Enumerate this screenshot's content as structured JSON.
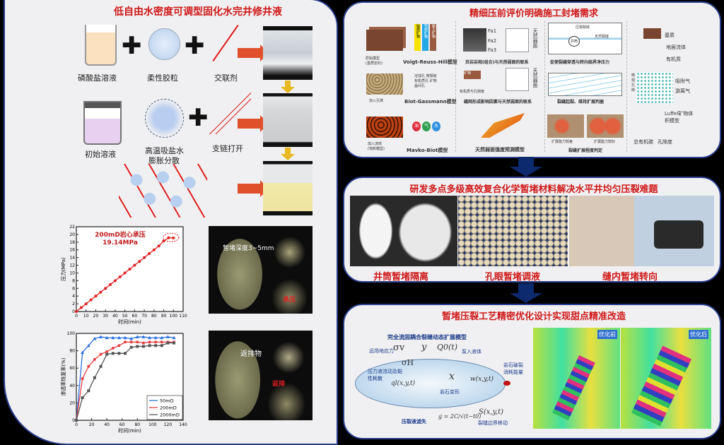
{
  "left": {
    "title": "低自由水密度可调型固化水完井修井液",
    "labels": {
      "phosphate": "磷酸盐溶液",
      "gel": "柔性胶粒",
      "crosslinker": "交联剂",
      "initial": "初始溶液",
      "swell1": "高温吸盐水",
      "swell2": "膨胀分散",
      "branch": "支链打开"
    },
    "core1": {
      "depth": "暂堵深度3~5mm",
      "bearing": "承压"
    },
    "core2": {
      "returned": "返排物",
      "flowback": "返排"
    }
  },
  "chart_data": [
    {
      "type": "line",
      "title": "200mD岩心承压",
      "annotation": "19.14MPa",
      "xlabel": "时间(min)",
      "ylabel": "压力(MPa)",
      "xlim": [
        0,
        110
      ],
      "ylim": [
        0,
        22
      ],
      "xticks": [
        0,
        10,
        20,
        30,
        40,
        50,
        60,
        70,
        80,
        90,
        100,
        110
      ],
      "yticks": [
        0,
        2,
        4,
        6,
        8,
        10,
        12,
        14,
        16,
        18,
        20,
        22
      ],
      "series": [
        {
          "name": "200mD",
          "color": "#e02020",
          "x": [
            0,
            5,
            10,
            15,
            20,
            25,
            30,
            35,
            40,
            45,
            50,
            55,
            60,
            65,
            70,
            75,
            80,
            85,
            90,
            95,
            100
          ],
          "values": [
            0,
            1,
            2,
            3,
            4,
            5,
            6,
            7,
            8,
            9,
            10,
            11,
            12,
            13,
            14,
            15,
            16,
            17,
            18.3,
            19.14,
            19.1
          ]
        }
      ]
    },
    {
      "type": "line",
      "xlabel": "时间(min)",
      "ylabel": "渗透率恢复率(%)",
      "xlim": [
        0,
        140
      ],
      "ylim": [
        0,
        100
      ],
      "xticks": [
        0,
        20,
        40,
        60,
        80,
        100,
        120,
        140
      ],
      "yticks": [
        0,
        20,
        40,
        60,
        80,
        100
      ],
      "legend": "bottom-right",
      "x": [
        0,
        8,
        16,
        24,
        32,
        40,
        48,
        56,
        64,
        72,
        80,
        88,
        96,
        104,
        112,
        120,
        128
      ],
      "series": [
        {
          "name": "50mD",
          "color": "#2a6fe0",
          "marker": "triangle",
          "values": [
            0,
            78,
            86,
            94,
            96,
            95,
            95,
            95,
            95,
            94,
            96,
            96,
            95,
            95,
            95,
            96,
            95
          ]
        },
        {
          "name": "200mD",
          "color": "#e84040",
          "marker": "circle",
          "values": [
            0,
            48,
            62,
            70,
            76,
            79,
            83,
            86,
            90,
            90,
            90,
            89,
            90,
            90,
            90,
            90,
            90
          ]
        },
        {
          "name": "2000mD",
          "color": "#555555",
          "marker": "square",
          "values": [
            0,
            26,
            34,
            49,
            62,
            76,
            77,
            77,
            77,
            84,
            85,
            85,
            86,
            86,
            86,
            89,
            89
          ]
        }
      ]
    }
  ],
  "top": {
    "title": "精细压前评价明确施工封堵需求",
    "col1": {
      "m1": "Voigt-Reuss-Hill模型",
      "m2": "Biot-Gassmann模型",
      "m3": "Mavko-Biot模型",
      "b1": "原始模型\n(基质岩石)",
      "b2": "加入孔隙",
      "b3": "加入流体\n(饱和模型)",
      "mins": [
        "硅质矿物",
        "钙质矿物",
        "黏土矿物"
      ],
      "pores": "溶蚀孔 微裂缝 有机质孔 矿物晶间孔",
      "fluids": [
        "油",
        "气",
        "水"
      ]
    },
    "col2": {
      "c1": "页岩岩相(组合)与天然弱面的联系",
      "c2": "缝网形成影响因素与天然弱面的联系",
      "c3": "天然弱面强度预测模型",
      "fa": [
        "Fa1",
        "Fa2",
        "Fa3"
      ],
      "weak": "天然弱面",
      "mineral": "矿物",
      "org": "有机质与孔隙度"
    },
    "col3": {
      "c1": "促使裂缝穿透与转向临界净压力",
      "c2": "裂缝起裂、维持扩展判据",
      "c3": "裂缝扩展程度判定",
      "frac": "压裂裂缝",
      "nat": "天然裂缝",
      "well": "井筒",
      "poor": "扩展能力较差",
      "good": "扩展能力较好"
    },
    "col4": {
      "matrix": "基质",
      "fluid": "地层流体",
      "organic": "有机质",
      "micro": "微观孔隙",
      "ads": "吸附气",
      "free": "游离气",
      "luffel": "Luffel矿物体积模型",
      "toc": "总有机碳",
      "por": "孔隙度"
    }
  },
  "mid": {
    "title": "研发多点多级高效复合化学暂堵材料解决水平井均匀压裂难题",
    "caps": [
      "井筒暂堵隔离",
      "孔眼暂堵调液",
      "缝内暂堵转向"
    ]
  },
  "bot": {
    "title": "暂堵压裂工艺精密优化设计实现甜点精准改造",
    "model": "完全流固耦合裂缝动态扩展模型",
    "far": "远场地应力",
    "pump": "泵入液体",
    "flow": "压力液流动及黏性耗散",
    "rock": "岩石变形",
    "fracE": "岩石破裂消耗能量",
    "leak": "压裂液滤失",
    "boundary": "裂缝边界移动",
    "sv": "σv",
    "sh": "σH",
    "y": "y",
    "x": "x",
    "q0": "Q0(t)",
    "ql": "ql(x,y,t)",
    "w": "w(x,y,t)",
    "s": "S(x,y,t)",
    "g": "g = 2C/√(t−t0)",
    "before": "优化前",
    "after": "优化后"
  }
}
